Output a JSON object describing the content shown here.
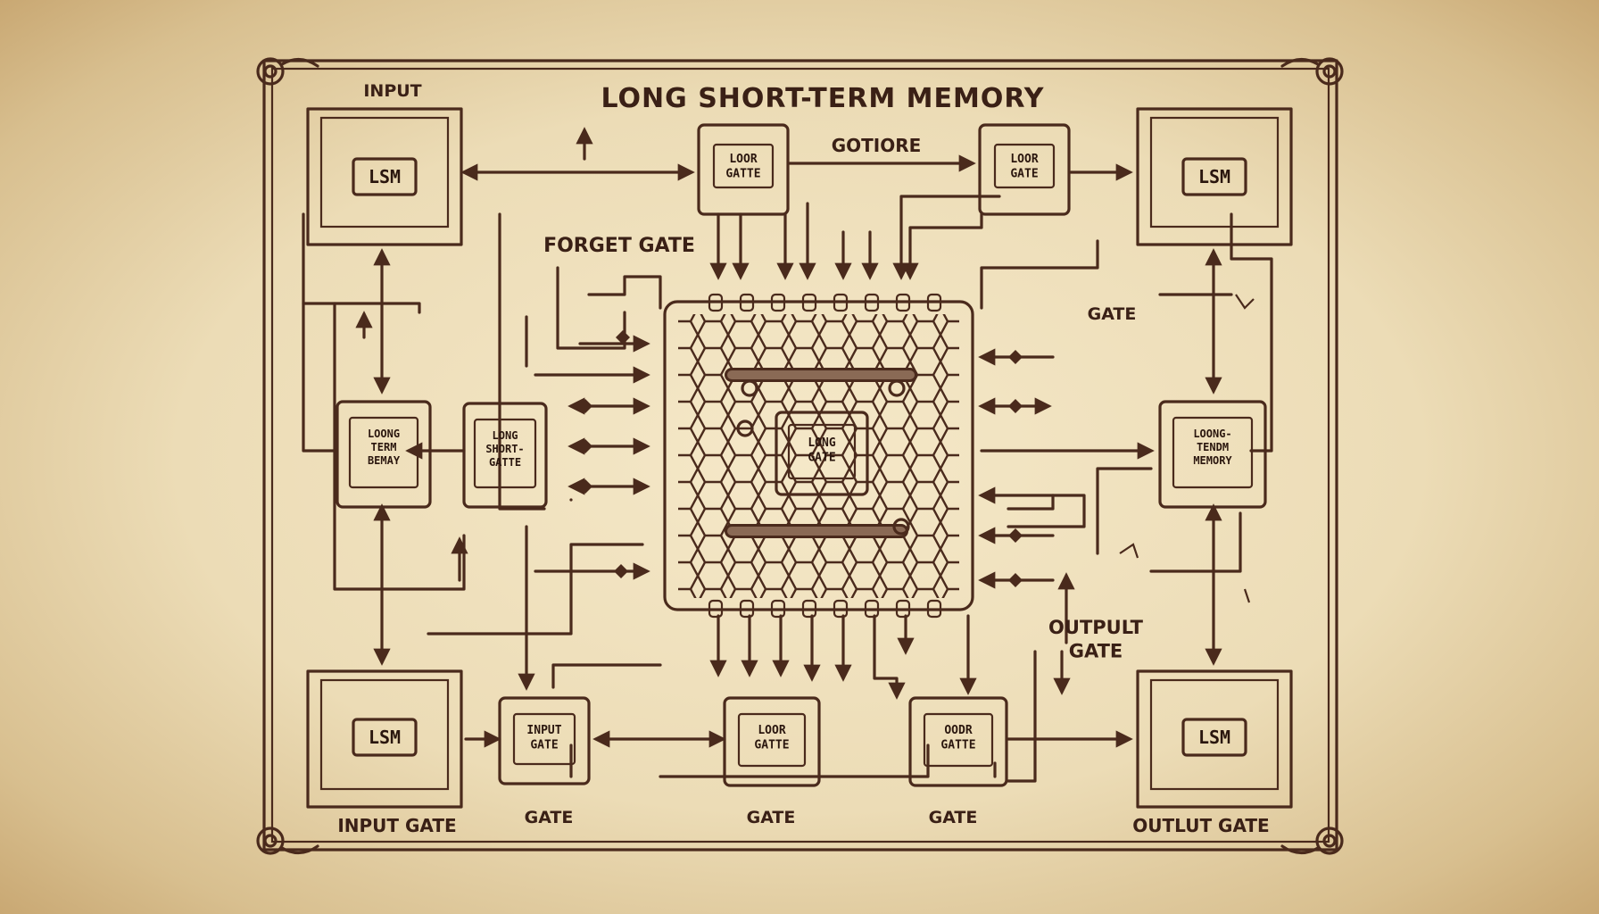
{
  "title": "LONG SHORT-TERM MEMORY",
  "labels": {
    "input_top": "INPUT",
    "gotiore": "GOTIORE",
    "forget_gate": "FORGET GATE",
    "gate_right": "GATE",
    "output_gate": "OUTPULT\nGATE",
    "input_gate_bottom": "INPUT GATE",
    "gate_bottom_1": "GATE",
    "gate_bottom_2": "GATE",
    "gate_bottom_3": "GATE",
    "output_gate_bottom": "OUTLUT GATE"
  },
  "nodes": {
    "lsm_top_left": "LSM",
    "lsm_top_right": "LSM",
    "lsm_bottom_left": "LSM",
    "lsm_bottom_right": "LSM",
    "loor_gate_top_1": "LOOR\nGATTE",
    "loor_gate_top_2": "LOOR\nGATE",
    "long_term_memory_left": "LOONG\nTERM\nBEMAY",
    "long_short_gate": "LONG\nSHORT-\nGATTE",
    "long_gate_center": "LONG\nGATE",
    "long_tendm_memory_right": "LOONG-\nTENDM\nMEMORY",
    "input_gate_small": "INPUT\nGATE",
    "loor_gate_bottom": "LOOR\nGATTE",
    "oodr_gatte_bottom": "OODR\nGATTE"
  },
  "colors": {
    "ink": "#4a2a1c",
    "paper": "#f3e6c6",
    "plate": "#8a6a55",
    "plate_inner": "#f2e2c4"
  }
}
